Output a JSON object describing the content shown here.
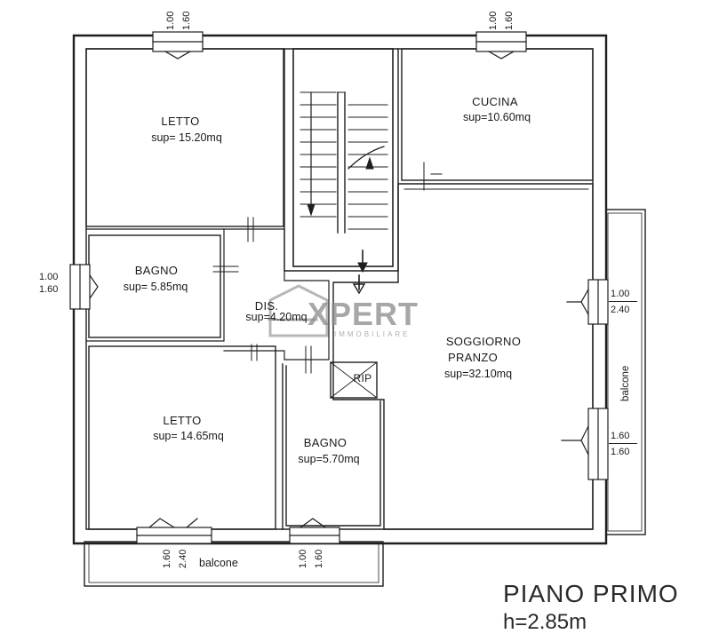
{
  "title": "PIANO PRIMO",
  "height": "h=2.85m",
  "logo": {
    "word": "XPERT",
    "sub": "IMMOBILIARE"
  },
  "rooms": {
    "letto_top": {
      "name": "LETTO",
      "area": "sup= 15.20mq"
    },
    "cucina": {
      "name": "CUCINA",
      "area": "sup=10.60mq"
    },
    "bagno_left": {
      "name": "BAGNO",
      "area": "sup= 5.85mq"
    },
    "dis": {
      "name": "DIS.",
      "area": "sup=4.20mq"
    },
    "soggiorno": {
      "name1": "SOGGIORNO",
      "name2": "PRANZO",
      "area": "sup=32.10mq"
    },
    "rip": {
      "name": "RIP"
    },
    "letto_bottom": {
      "name": "LETTO",
      "area": "sup= 14.65mq"
    },
    "bagno_center": {
      "name": "BAGNO",
      "area": "sup=5.70mq"
    }
  },
  "balconies": {
    "bottom": "balcone",
    "right": "balcone"
  },
  "openings": {
    "top_left": {
      "a": "1.00",
      "b": "1.60"
    },
    "top_right": {
      "a": "1.00",
      "b": "1.60"
    },
    "left": {
      "a": "1.00",
      "b": "1.60"
    },
    "right_upper": {
      "a": "1.00",
      "b": "2.40"
    },
    "right_lower": {
      "a": "1.60",
      "b": "1.60"
    },
    "bottom_left": {
      "a": "1.60",
      "b": "2.40"
    },
    "bottom_center": {
      "a": "1.00",
      "b": "1.60"
    }
  }
}
